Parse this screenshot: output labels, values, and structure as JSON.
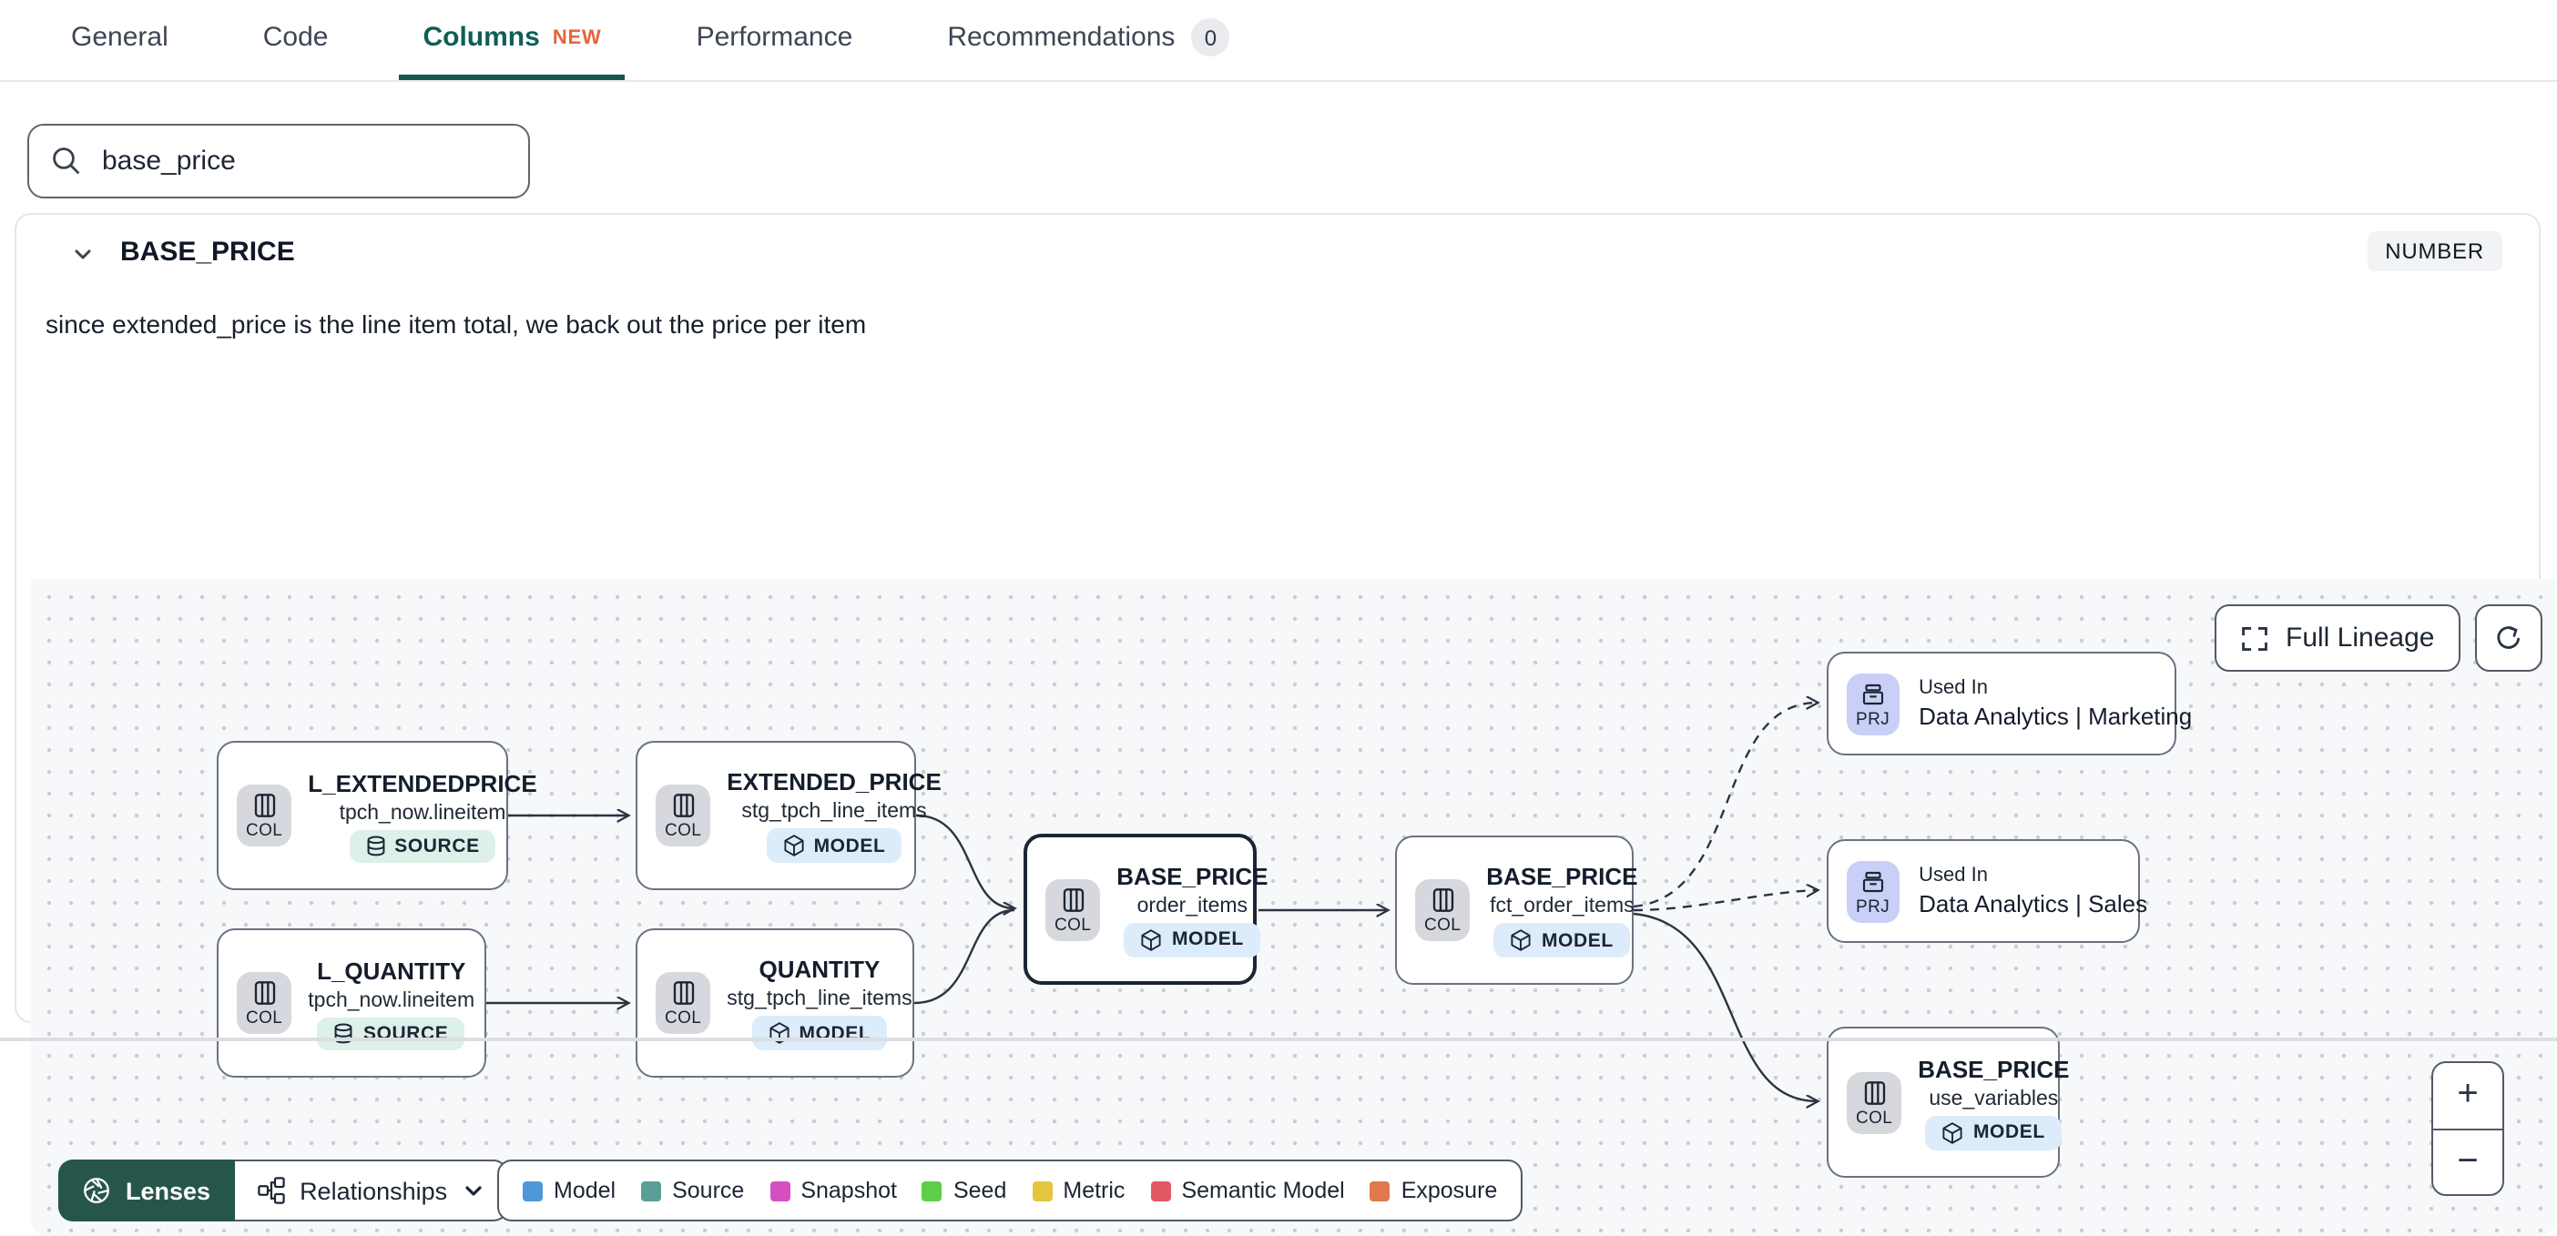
{
  "tabs": {
    "items": [
      {
        "label": "General"
      },
      {
        "label": "Code"
      },
      {
        "label": "Columns",
        "badge": "NEW"
      },
      {
        "label": "Performance"
      },
      {
        "label": "Recommendations",
        "count": "0"
      }
    ]
  },
  "search": {
    "value": "base_price"
  },
  "column": {
    "name": "BASE_PRICE",
    "type": "NUMBER",
    "description": "since extended_price is the line item total, we back out the price per item"
  },
  "lineage": {
    "full_lineage_label": "Full Lineage",
    "nodes": [
      {
        "title": "L_EXTENDEDPRICE",
        "subtitle": "tpch_now.lineitem",
        "chip": "COL",
        "badge": "SOURCE"
      },
      {
        "title": "EXTENDED_PRICE",
        "subtitle": "stg_tpch_line_items",
        "chip": "COL",
        "badge": "MODEL"
      },
      {
        "title": "L_QUANTITY",
        "subtitle": "tpch_now.lineitem",
        "chip": "COL",
        "badge": "SOURCE"
      },
      {
        "title": "QUANTITY",
        "subtitle": "stg_tpch_line_items",
        "chip": "COL",
        "badge": "MODEL"
      },
      {
        "title": "BASE_PRICE",
        "subtitle": "order_items",
        "chip": "COL",
        "badge": "MODEL",
        "selected": true
      },
      {
        "title": "BASE_PRICE",
        "subtitle": "fct_order_items",
        "chip": "COL",
        "badge": "MODEL"
      },
      {
        "kicker": "Used In",
        "title": "Data Analytics | Marketing",
        "chip": "PRJ"
      },
      {
        "kicker": "Used In",
        "title": "Data Analytics | Sales",
        "chip": "PRJ"
      },
      {
        "title": "BASE_PRICE",
        "subtitle": "use_variables",
        "chip": "COL",
        "badge": "MODEL"
      }
    ],
    "controls": {
      "lenses": "Lenses",
      "relationships": "Relationships",
      "zoom_in": "+",
      "zoom_out": "−"
    },
    "legend": [
      {
        "label": "Model",
        "color": "#4e97d9"
      },
      {
        "label": "Source",
        "color": "#5b9e98"
      },
      {
        "label": "Snapshot",
        "color": "#d64fc0"
      },
      {
        "label": "Seed",
        "color": "#5ece49"
      },
      {
        "label": "Metric",
        "color": "#e3c63d"
      },
      {
        "label": "Semantic Model",
        "color": "#e25863"
      },
      {
        "label": "Exposure",
        "color": "#e07a4e"
      }
    ],
    "colors": {
      "accent_teal": "#15584e",
      "new_badge_orange": "#e8633a",
      "model_badge_bg": "#dcecfa",
      "source_badge_bg": "#ddf0e9",
      "project_chip_bg": "#c9cff6",
      "col_chip_bg": "#d6d8dd",
      "lenses_bg": "#26564a"
    }
  }
}
